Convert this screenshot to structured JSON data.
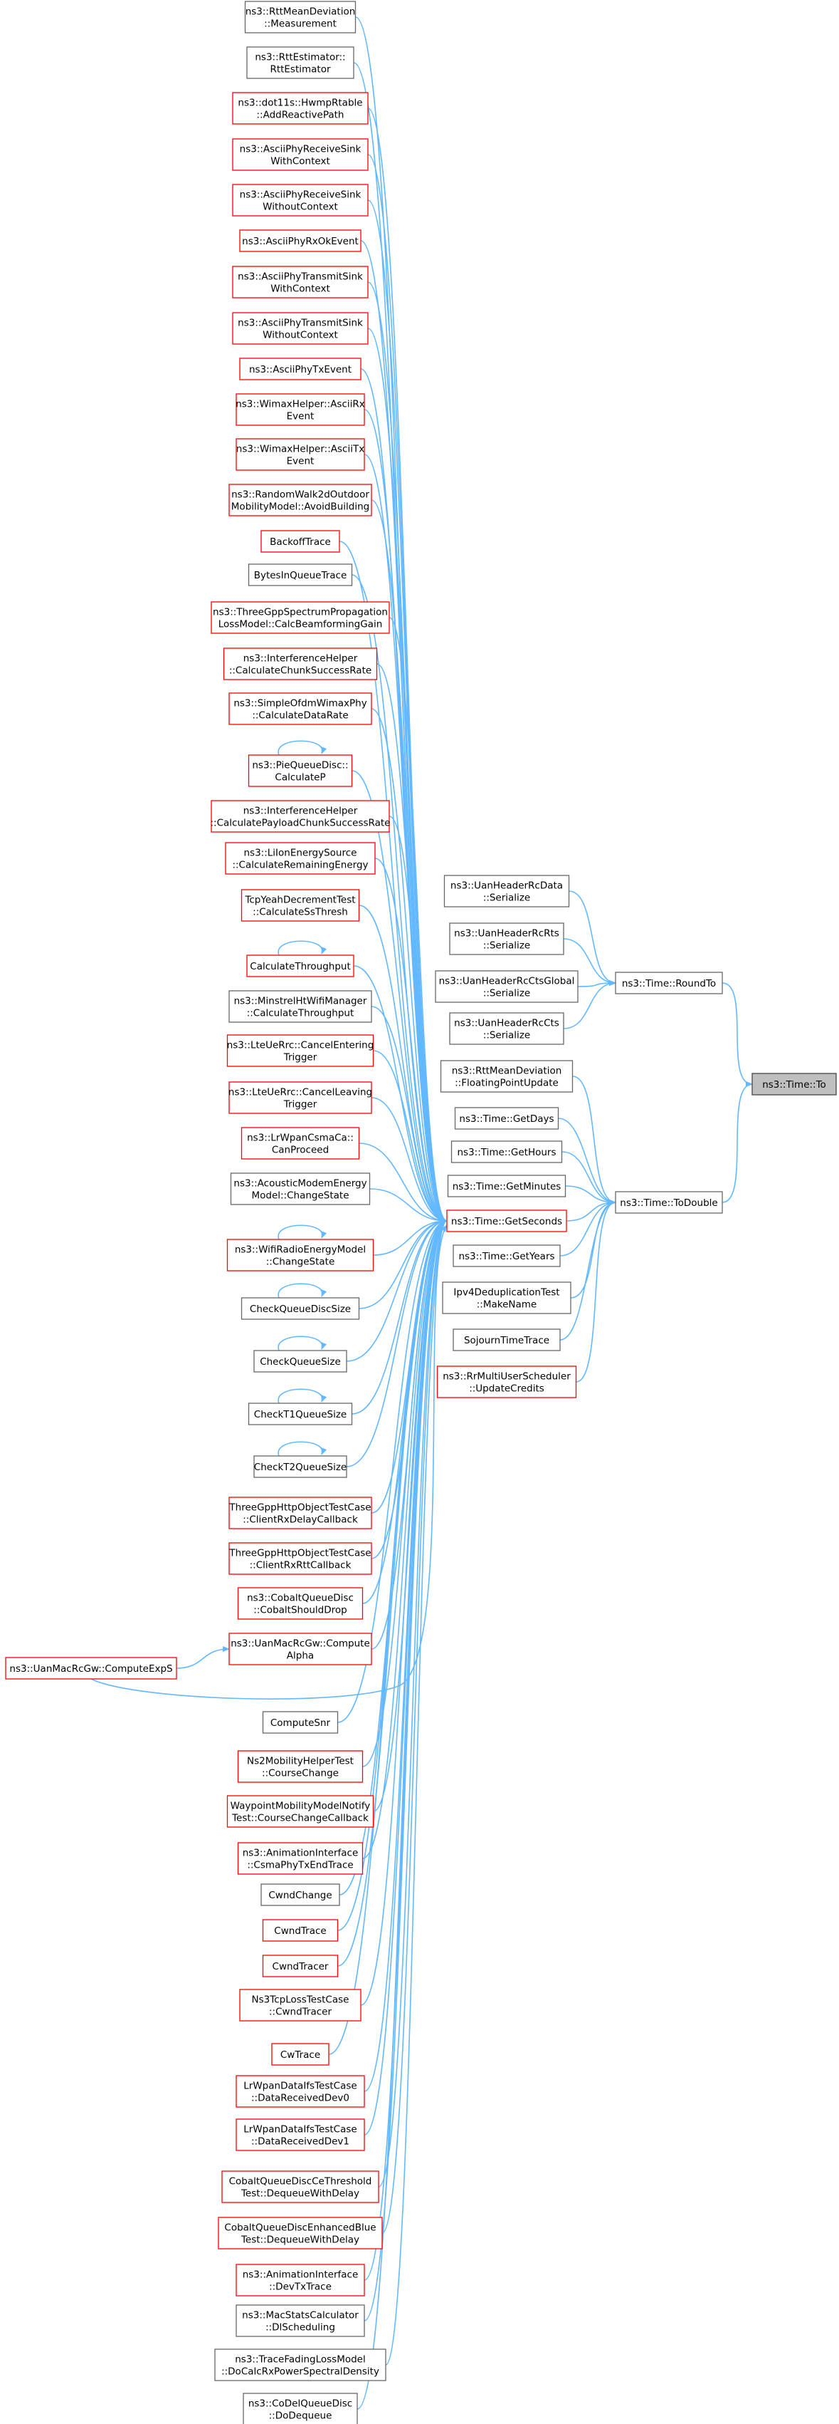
{
  "diagram": {
    "type": "doxygen-caller-graph",
    "colors": {
      "edge": "#63b8ff",
      "red_border": "#ff0000",
      "normal_border": "#666666",
      "root_fill": "#bfbfbf"
    },
    "nodes": [
      {
        "id": "to",
        "lines": [
          "ns3::Time::To"
        ],
        "style": "root"
      },
      {
        "id": "roundto",
        "lines": [
          "ns3::Time::RoundTo"
        ],
        "style": "normal"
      },
      {
        "id": "todouble",
        "lines": [
          "ns3::Time::ToDouble"
        ],
        "style": "normal"
      },
      {
        "id": "getseconds",
        "lines": [
          "ns3::Time::GetSeconds"
        ],
        "style": "red"
      },
      {
        "id": "uanrcdata",
        "lines": [
          "ns3::UanHeaderRcData",
          "::Serialize"
        ],
        "style": "normal"
      },
      {
        "id": "uanrcrts",
        "lines": [
          "ns3::UanHeaderRcRts",
          "::Serialize"
        ],
        "style": "normal"
      },
      {
        "id": "uanctsglobal",
        "lines": [
          "ns3::UanHeaderRcCtsGlobal",
          "::Serialize"
        ],
        "style": "normal"
      },
      {
        "id": "uanrccts",
        "lines": [
          "ns3::UanHeaderRcCts",
          "::Serialize"
        ],
        "style": "normal"
      },
      {
        "id": "rttfloating",
        "lines": [
          "ns3::RttMeanDeviation",
          "::FloatingPointUpdate"
        ],
        "style": "normal"
      },
      {
        "id": "getdays",
        "lines": [
          "ns3::Time::GetDays"
        ],
        "style": "normal"
      },
      {
        "id": "gethours",
        "lines": [
          "ns3::Time::GetHours"
        ],
        "style": "normal"
      },
      {
        "id": "getminutes",
        "lines": [
          "ns3::Time::GetMinutes"
        ],
        "style": "normal"
      },
      {
        "id": "getyears",
        "lines": [
          "ns3::Time::GetYears"
        ],
        "style": "normal"
      },
      {
        "id": "ipv4dedup",
        "lines": [
          "Ipv4DeduplicationTest",
          "::MakeName"
        ],
        "style": "normal"
      },
      {
        "id": "sojourn",
        "lines": [
          "SojournTimeTrace"
        ],
        "style": "normal"
      },
      {
        "id": "rrmulti",
        "lines": [
          "ns3::RrMultiUserScheduler",
          "::UpdateCredits"
        ],
        "style": "red"
      },
      {
        "id": "c01",
        "lines": [
          "ns3::RttMeanDeviation",
          "::Measurement"
        ],
        "style": "normal"
      },
      {
        "id": "c02",
        "lines": [
          "ns3::RttEstimator::",
          "RttEstimator"
        ],
        "style": "normal"
      },
      {
        "id": "c03",
        "lines": [
          "ns3::dot11s::HwmpRtable",
          "::AddReactivePath"
        ],
        "style": "red"
      },
      {
        "id": "c04",
        "lines": [
          "ns3::AsciiPhyReceiveSink",
          "WithContext"
        ],
        "style": "red"
      },
      {
        "id": "c05",
        "lines": [
          "ns3::AsciiPhyReceiveSink",
          "WithoutContext"
        ],
        "style": "red"
      },
      {
        "id": "c06",
        "lines": [
          "ns3::AsciiPhyRxOkEvent"
        ],
        "style": "red"
      },
      {
        "id": "c07",
        "lines": [
          "ns3::AsciiPhyTransmitSink",
          "WithContext"
        ],
        "style": "red"
      },
      {
        "id": "c08",
        "lines": [
          "ns3::AsciiPhyTransmitSink",
          "WithoutContext"
        ],
        "style": "red"
      },
      {
        "id": "c09",
        "lines": [
          "ns3::AsciiPhyTxEvent"
        ],
        "style": "red"
      },
      {
        "id": "c10",
        "lines": [
          "ns3::WimaxHelper::AsciiRx",
          "Event"
        ],
        "style": "red"
      },
      {
        "id": "c11",
        "lines": [
          "ns3::WimaxHelper::AsciiTx",
          "Event"
        ],
        "style": "red"
      },
      {
        "id": "c12",
        "lines": [
          "ns3::RandomWalk2dOutdoor",
          "MobilityModel::AvoidBuilding"
        ],
        "style": "red"
      },
      {
        "id": "c13",
        "lines": [
          "BackoffTrace"
        ],
        "style": "red"
      },
      {
        "id": "c14",
        "lines": [
          "BytesInQueueTrace"
        ],
        "style": "normal"
      },
      {
        "id": "c15",
        "lines": [
          "ns3::ThreeGppSpectrumPropagation",
          "LossModel::CalcBeamformingGain"
        ],
        "style": "red"
      },
      {
        "id": "c16",
        "lines": [
          "ns3::InterferenceHelper",
          "::CalculateChunkSuccessRate"
        ],
        "style": "red"
      },
      {
        "id": "c17",
        "lines": [
          "ns3::SimpleOfdmWimaxPhy",
          "::CalculateDataRate"
        ],
        "style": "red"
      },
      {
        "id": "c18",
        "lines": [
          "ns3::PieQueueDisc::",
          "CalculateP"
        ],
        "style": "red",
        "self_loop": true
      },
      {
        "id": "c19",
        "lines": [
          "ns3::InterferenceHelper",
          "::CalculatePayloadChunkSuccessRate"
        ],
        "style": "red"
      },
      {
        "id": "c20",
        "lines": [
          "ns3::LiIonEnergySource",
          "::CalculateRemainingEnergy"
        ],
        "style": "red"
      },
      {
        "id": "c21",
        "lines": [
          "TcpYeahDecrementTest",
          "::CalculateSsThresh"
        ],
        "style": "red"
      },
      {
        "id": "c22",
        "lines": [
          "CalculateThroughput"
        ],
        "style": "red",
        "self_loop": true
      },
      {
        "id": "c23",
        "lines": [
          "ns3::MinstrelHtWifiManager",
          "::CalculateThroughput"
        ],
        "style": "normal"
      },
      {
        "id": "c24",
        "lines": [
          "ns3::LteUeRrc::CancelEntering",
          "Trigger"
        ],
        "style": "red"
      },
      {
        "id": "c25",
        "lines": [
          "ns3::LteUeRrc::CancelLeaving",
          "Trigger"
        ],
        "style": "red"
      },
      {
        "id": "c26",
        "lines": [
          "ns3::LrWpanCsmaCa::",
          "CanProceed"
        ],
        "style": "red"
      },
      {
        "id": "c27",
        "lines": [
          "ns3::AcousticModemEnergy",
          "Model::ChangeState"
        ],
        "style": "normal"
      },
      {
        "id": "c28",
        "lines": [
          "ns3::WifiRadioEnergyModel",
          "::ChangeState"
        ],
        "style": "red",
        "self_loop": true
      },
      {
        "id": "c29",
        "lines": [
          "CheckQueueDiscSize"
        ],
        "style": "normal",
        "self_loop": true
      },
      {
        "id": "c30",
        "lines": [
          "CheckQueueSize"
        ],
        "style": "normal",
        "self_loop": true
      },
      {
        "id": "c31",
        "lines": [
          "CheckT1QueueSize"
        ],
        "style": "normal",
        "self_loop": true
      },
      {
        "id": "c32",
        "lines": [
          "CheckT2QueueSize"
        ],
        "style": "normal",
        "self_loop": true
      },
      {
        "id": "c33",
        "lines": [
          "ThreeGppHttpObjectTestCase",
          "::ClientRxDelayCallback"
        ],
        "style": "red"
      },
      {
        "id": "c34",
        "lines": [
          "ThreeGppHttpObjectTestCase",
          "::ClientRxRttCallback"
        ],
        "style": "red"
      },
      {
        "id": "c35",
        "lines": [
          "ns3::CobaltQueueDisc",
          "::CobaltShouldDrop"
        ],
        "style": "red"
      },
      {
        "id": "c36",
        "lines": [
          "ns3::UanMacRcGw::Compute",
          "Alpha"
        ],
        "style": "red"
      },
      {
        "id": "c37",
        "lines": [
          "ns3::UanMacRcGw::ComputeExpS"
        ],
        "style": "red"
      },
      {
        "id": "c38",
        "lines": [
          "ComputeSnr"
        ],
        "style": "normal"
      },
      {
        "id": "c39",
        "lines": [
          "Ns2MobilityHelperTest",
          "::CourseChange"
        ],
        "style": "red"
      },
      {
        "id": "c40",
        "lines": [
          "WaypointMobilityModelNotify",
          "Test::CourseChangeCallback"
        ],
        "style": "red"
      },
      {
        "id": "c41",
        "lines": [
          "ns3::AnimationInterface",
          "::CsmaPhyTxEndTrace"
        ],
        "style": "red"
      },
      {
        "id": "c42",
        "lines": [
          "CwndChange"
        ],
        "style": "normal"
      },
      {
        "id": "c43",
        "lines": [
          "CwndTrace"
        ],
        "style": "red"
      },
      {
        "id": "c44",
        "lines": [
          "CwndTracer"
        ],
        "style": "red"
      },
      {
        "id": "c45",
        "lines": [
          "Ns3TcpLossTestCase",
          "::CwndTracer"
        ],
        "style": "red"
      },
      {
        "id": "c46",
        "lines": [
          "CwTrace"
        ],
        "style": "red"
      },
      {
        "id": "c47",
        "lines": [
          "LrWpanDataIfsTestCase",
          "::DataReceivedDev0"
        ],
        "style": "red"
      },
      {
        "id": "c48",
        "lines": [
          "LrWpanDataIfsTestCase",
          "::DataReceivedDev1"
        ],
        "style": "red"
      },
      {
        "id": "c49",
        "lines": [
          "CobaltQueueDiscCeThreshold",
          "Test::DequeueWithDelay"
        ],
        "style": "red"
      },
      {
        "id": "c50",
        "lines": [
          "CobaltQueueDiscEnhancedBlue",
          "Test::DequeueWithDelay"
        ],
        "style": "red"
      },
      {
        "id": "c51",
        "lines": [
          "ns3::AnimationInterface",
          "::DevTxTrace"
        ],
        "style": "red"
      },
      {
        "id": "c52",
        "lines": [
          "ns3::MacStatsCalculator",
          "::DlScheduling"
        ],
        "style": "normal"
      },
      {
        "id": "c53",
        "lines": [
          "ns3::TraceFadingLossModel",
          "::DoCalcRxPowerSpectralDensity"
        ],
        "style": "normal"
      },
      {
        "id": "c54",
        "lines": [
          "ns3::CoDelQueueDisc",
          "::DoDequeue"
        ],
        "style": "normal"
      }
    ],
    "edges": [
      [
        "roundto",
        "to"
      ],
      [
        "todouble",
        "to"
      ],
      [
        "uanrcdata",
        "roundto"
      ],
      [
        "uanrcrts",
        "roundto"
      ],
      [
        "uanctsglobal",
        "roundto"
      ],
      [
        "uanrccts",
        "roundto"
      ],
      [
        "rttfloating",
        "todouble"
      ],
      [
        "getdays",
        "todouble"
      ],
      [
        "gethours",
        "todouble"
      ],
      [
        "getminutes",
        "todouble"
      ],
      [
        "getseconds",
        "todouble"
      ],
      [
        "getyears",
        "todouble"
      ],
      [
        "ipv4dedup",
        "todouble"
      ],
      [
        "sojourn",
        "todouble"
      ],
      [
        "rrmulti",
        "todouble"
      ],
      [
        "c01",
        "getseconds"
      ],
      [
        "c02",
        "getseconds"
      ],
      [
        "c03",
        "getseconds"
      ],
      [
        "c04",
        "getseconds"
      ],
      [
        "c05",
        "getseconds"
      ],
      [
        "c06",
        "getseconds"
      ],
      [
        "c07",
        "getseconds"
      ],
      [
        "c08",
        "getseconds"
      ],
      [
        "c09",
        "getseconds"
      ],
      [
        "c10",
        "getseconds"
      ],
      [
        "c11",
        "getseconds"
      ],
      [
        "c12",
        "getseconds"
      ],
      [
        "c13",
        "getseconds"
      ],
      [
        "c14",
        "getseconds"
      ],
      [
        "c15",
        "getseconds"
      ],
      [
        "c16",
        "getseconds"
      ],
      [
        "c17",
        "getseconds"
      ],
      [
        "c18",
        "getseconds"
      ],
      [
        "c19",
        "getseconds"
      ],
      [
        "c20",
        "getseconds"
      ],
      [
        "c21",
        "getseconds"
      ],
      [
        "c22",
        "getseconds"
      ],
      [
        "c23",
        "getseconds"
      ],
      [
        "c24",
        "getseconds"
      ],
      [
        "c25",
        "getseconds"
      ],
      [
        "c26",
        "getseconds"
      ],
      [
        "c27",
        "getseconds"
      ],
      [
        "c28",
        "getseconds"
      ],
      [
        "c29",
        "getseconds"
      ],
      [
        "c30",
        "getseconds"
      ],
      [
        "c31",
        "getseconds"
      ],
      [
        "c32",
        "getseconds"
      ],
      [
        "c33",
        "getseconds"
      ],
      [
        "c34",
        "getseconds"
      ],
      [
        "c35",
        "getseconds"
      ],
      [
        "c36",
        "getseconds"
      ],
      [
        "c37",
        "c36"
      ],
      [
        "c37",
        "getseconds"
      ],
      [
        "c38",
        "getseconds"
      ],
      [
        "c39",
        "getseconds"
      ],
      [
        "c40",
        "getseconds"
      ],
      [
        "c41",
        "getseconds"
      ],
      [
        "c42",
        "getseconds"
      ],
      [
        "c43",
        "getseconds"
      ],
      [
        "c44",
        "getseconds"
      ],
      [
        "c45",
        "getseconds"
      ],
      [
        "c46",
        "getseconds"
      ],
      [
        "c47",
        "getseconds"
      ],
      [
        "c48",
        "getseconds"
      ],
      [
        "c49",
        "getseconds"
      ],
      [
        "c50",
        "getseconds"
      ],
      [
        "c51",
        "getseconds"
      ],
      [
        "c52",
        "getseconds"
      ],
      [
        "c53",
        "getseconds"
      ],
      [
        "c54",
        "getseconds"
      ]
    ]
  }
}
